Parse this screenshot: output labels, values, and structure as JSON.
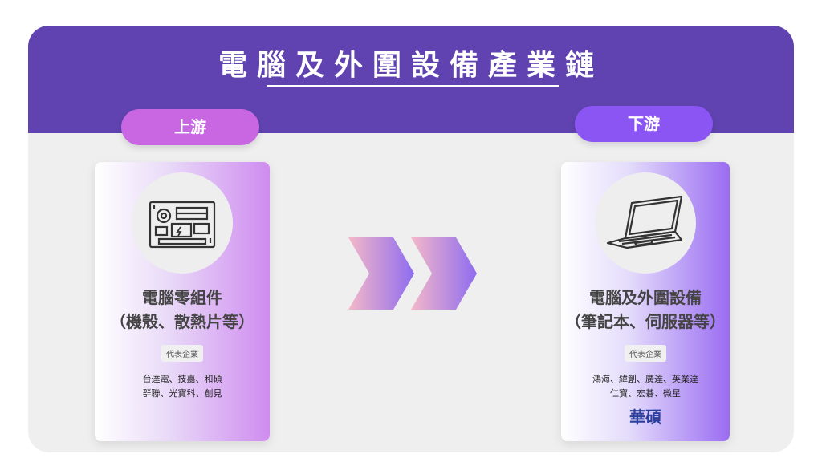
{
  "title": "電腦及外圍設備產業鏈",
  "upstream": {
    "pill_label": "上游",
    "icon": "motherboard-icon",
    "title_line1": "電腦零組件",
    "title_line2": "（機殼、散熱片等）",
    "tag": "代表企業",
    "companies_line1": "台達電、技嘉、和碩",
    "companies_line2": "群聯、光寶科、創見"
  },
  "downstream": {
    "pill_label": "下游",
    "icon": "laptop-icon",
    "title_line1": "電腦及外圍設備",
    "title_line2": "（筆記本、伺服器等）",
    "tag": "代表企業",
    "companies_line1": "鴻海、緯創、廣達、英業達",
    "companies_line2": "仁寶、宏碁、微星",
    "highlight": "華碩"
  },
  "colors": {
    "band": "#6043b0",
    "pill_up": "#c967e3",
    "pill_down": "#8a55f3",
    "highlight": "#2a3e9c"
  }
}
